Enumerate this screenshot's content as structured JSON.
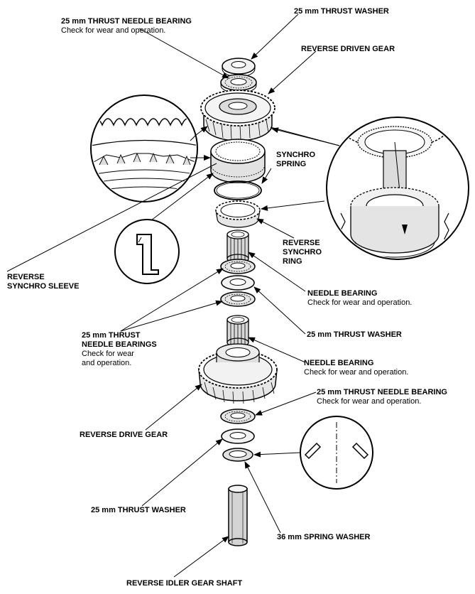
{
  "labels": {
    "thrust_needle_bearing_top": {
      "title": "25 mm THRUST NEEDLE BEARING",
      "note": "Check for wear and operation."
    },
    "thrust_washer_top": {
      "title": "25 mm THRUST WASHER"
    },
    "reverse_driven_gear": {
      "title": "REVERSE DRIVEN GEAR"
    },
    "synchro_spring": {
      "line1": "SYNCHRO",
      "line2": "SPRING"
    },
    "reverse_synchro_ring": {
      "line1": "REVERSE",
      "line2": "SYNCHRO",
      "line3": "RING"
    },
    "reverse_synchro_sleeve": {
      "line1": "REVERSE",
      "line2": "SYNCHRO SLEEVE"
    },
    "needle_bearing_upper": {
      "title": "NEEDLE BEARING",
      "note": "Check for wear and operation."
    },
    "thrust_needle_bearings_mid": {
      "line1": "25 mm THRUST",
      "line2": "NEEDLE BEARINGS",
      "note1": "Check for wear",
      "note2": "and operation."
    },
    "thrust_washer_mid": {
      "title": "25 mm THRUST WASHER"
    },
    "needle_bearing_lower": {
      "title": "NEEDLE BEARING",
      "note": "Check for wear and operation."
    },
    "thrust_needle_bearing_lower": {
      "title": "25 mm THRUST NEEDLE BEARING",
      "note": "Check for wear and operation."
    },
    "reverse_drive_gear": {
      "title": "REVERSE DRIVE GEAR"
    },
    "thrust_washer_bottom": {
      "title": "25 mm THRUST WASHER"
    },
    "spring_washer": {
      "title": "36 mm SPRING WASHER"
    },
    "reverse_idler_gear_shaft": {
      "title": "REVERSE IDLER GEAR SHAFT"
    }
  }
}
